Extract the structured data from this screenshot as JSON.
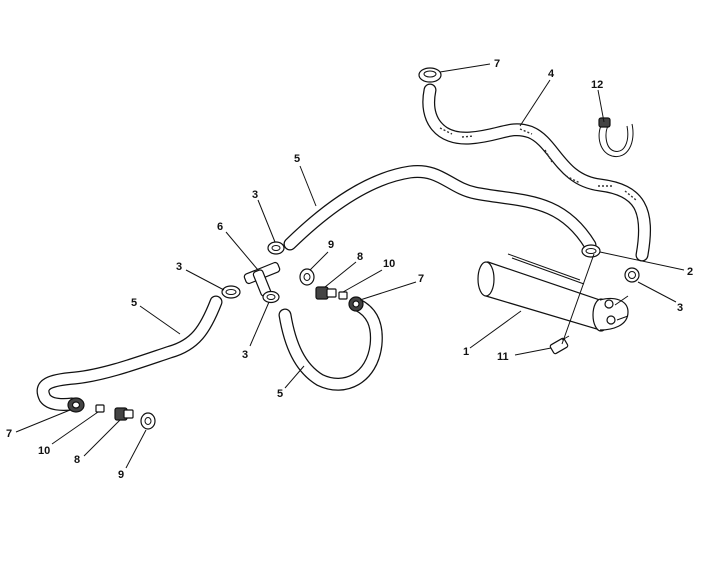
{
  "diagram": {
    "callouts": [
      "7",
      "4",
      "12",
      "5",
      "3",
      "6",
      "9",
      "8",
      "10",
      "7",
      "2",
      "3",
      "5",
      "3",
      "1",
      "11",
      "5",
      "7",
      "10",
      "8",
      "9",
      "3"
    ]
  }
}
